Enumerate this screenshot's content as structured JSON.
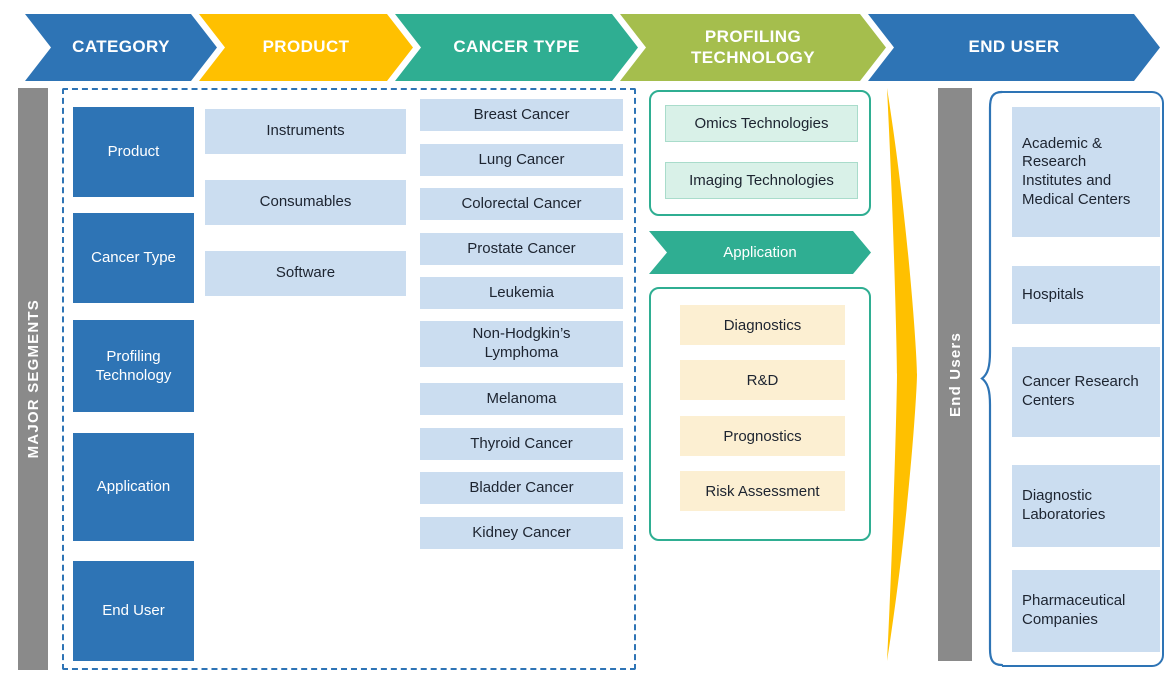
{
  "header": {
    "arrows": [
      {
        "label": "CATEGORY",
        "color": "#2E74B5"
      },
      {
        "label": "PRODUCT",
        "color": "#FFC000"
      },
      {
        "label": "CANCER TYPE",
        "color": "#2FAE92"
      },
      {
        "label": "PROFILING TECHNOLOGY",
        "color": "#A5BE4D"
      },
      {
        "label": "END USER",
        "color": "#2E74B5"
      }
    ]
  },
  "rails": {
    "left": "MAJOR SEGMENTS",
    "right": "End Users"
  },
  "category": {
    "items": [
      "Product",
      "Cancer Type",
      "Profiling Technology",
      "Application",
      "End User"
    ]
  },
  "product": {
    "items": [
      "Instruments",
      "Consumables",
      "Software"
    ]
  },
  "cancer_type": {
    "items": [
      "Breast Cancer",
      "Lung Cancer",
      "Colorectal Cancer",
      "Prostate Cancer",
      "Leukemia",
      "Non-Hodgkin’s Lymphoma",
      "Melanoma",
      "Thyroid Cancer",
      "Bladder Cancer",
      "Kidney Cancer"
    ]
  },
  "profiling_technology": {
    "technologies": [
      "Omics Technologies",
      "Imaging Technologies"
    ],
    "application_label": "Application",
    "applications": [
      "Diagnostics",
      "R&D",
      "Prognostics",
      "Risk Assessment"
    ]
  },
  "end_user": {
    "items": [
      "Academic & Research Institutes and Medical Centers",
      "Hospitals",
      "Cancer Research Centers",
      "Diagnostic Laboratories",
      "Pharmaceutical Companies"
    ]
  },
  "colors": {
    "blue": "#2E74B5",
    "yellow": "#FFC000",
    "teal": "#2FAE92",
    "olive": "#A5BE4D",
    "light_blue": "#CBDDF0",
    "mint": "#D9F1E8",
    "cream": "#FCEFD2",
    "gray": "#8A8A8A"
  }
}
